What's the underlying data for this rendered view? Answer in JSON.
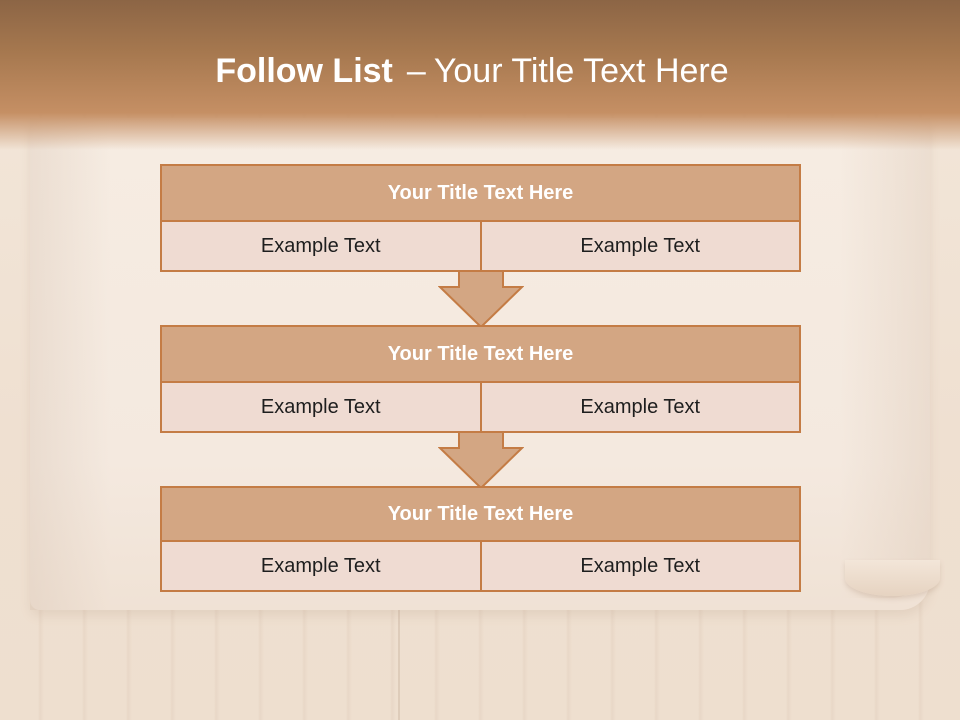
{
  "slide": {
    "title_bold": "Follow List",
    "title_dash": "–",
    "title_rest": "Your Title Text Here"
  },
  "blocks": [
    {
      "title": "Your Title Text Here",
      "left": "Example Text",
      "right": "Example Text"
    },
    {
      "title": "Your Title Text Here",
      "left": "Example Text",
      "right": "Example Text"
    },
    {
      "title": "Your Title Text Here",
      "left": "Example Text",
      "right": "Example Text"
    }
  ],
  "colors": {
    "accent": "#c47c45",
    "header_fill": "#d3a683",
    "row_fill": "#efdbd2",
    "arrow_fill": "#d3a683"
  }
}
